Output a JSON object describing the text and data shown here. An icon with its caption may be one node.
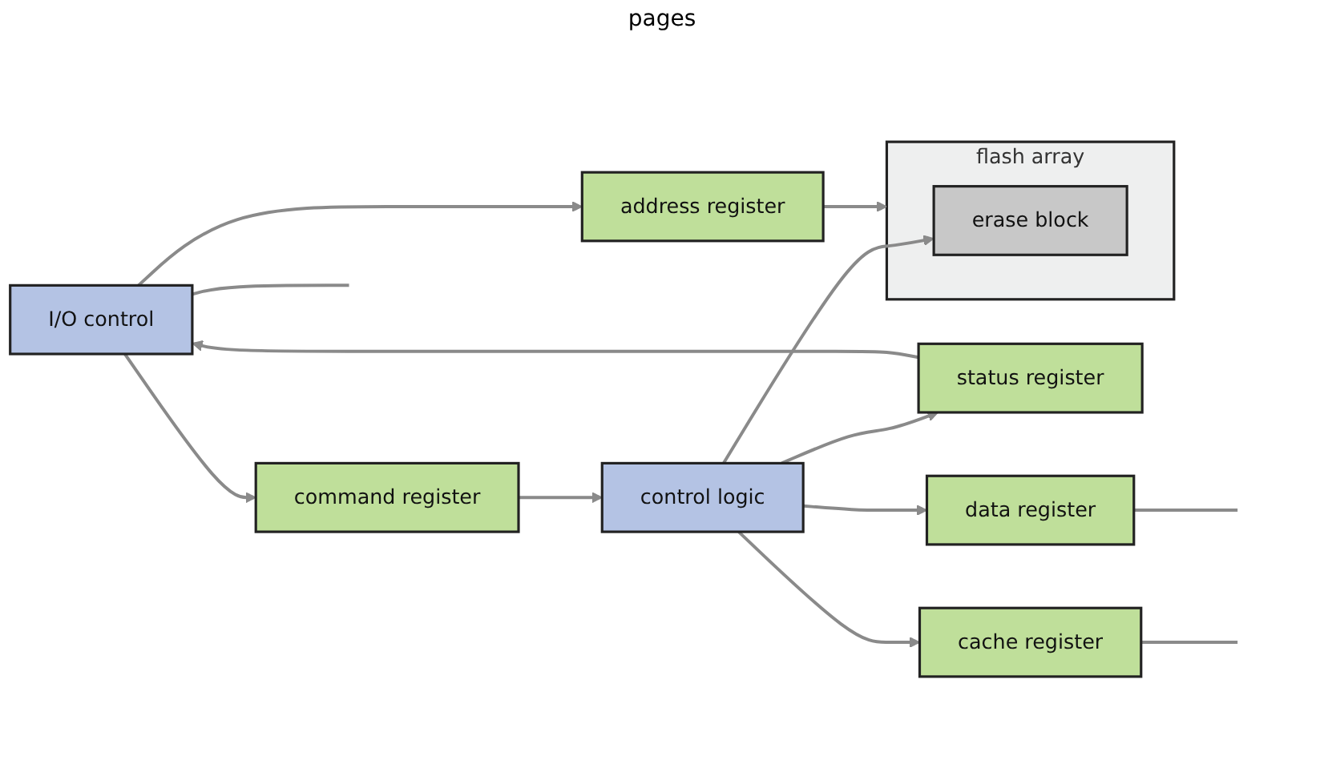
{
  "diagram": {
    "nodes": [
      {
        "text": [
          "I/O control"
        ]
      },
      {
        "text": [
          "address register"
        ]
      },
      {
        "text": [
          "status register"
        ]
      },
      {
        "text": [
          "command register"
        ]
      },
      {
        "text": [
          "control logic"
        ]
      },
      {
        "text": [
          "flash array"
        ]
      },
      {
        "text": [
          "erase block"
        ],
        "in": 5
      },
      {
        "text": [
          "data register"
        ]
      },
      {
        "text": [
          "cache register"
        ]
      }
    ],
    "edges": [
      {
        "from": 0,
        "to": null,
        "arrow": "none"
      },
      {
        "from": 0,
        "to": 1,
        "arrow": "to"
      },
      {
        "from": 2,
        "to": 0,
        "arrow": "to"
      },
      {
        "from": 0,
        "to": 3,
        "arrow": "to"
      },
      {
        "from": 3,
        "to": 4,
        "arrow": "to"
      },
      {
        "from": 1,
        "to": 5,
        "arrow": "to"
      },
      {
        "from": 4,
        "to": 2,
        "arrow": "to"
      },
      {
        "from": 4,
        "to": 7,
        "arrow": "to"
      },
      {
        "from": 4,
        "to": 6,
        "arrow": "to"
      },
      {
        "from": 4,
        "to": 8,
        "arrow": "to"
      },
      {
        "from": 7,
        "to": null,
        "arrow": "none"
      },
      {
        "from": 8,
        "to": null,
        "arrow": "none"
      }
    ],
    "labels": [
      "pages"
    ]
  }
}
